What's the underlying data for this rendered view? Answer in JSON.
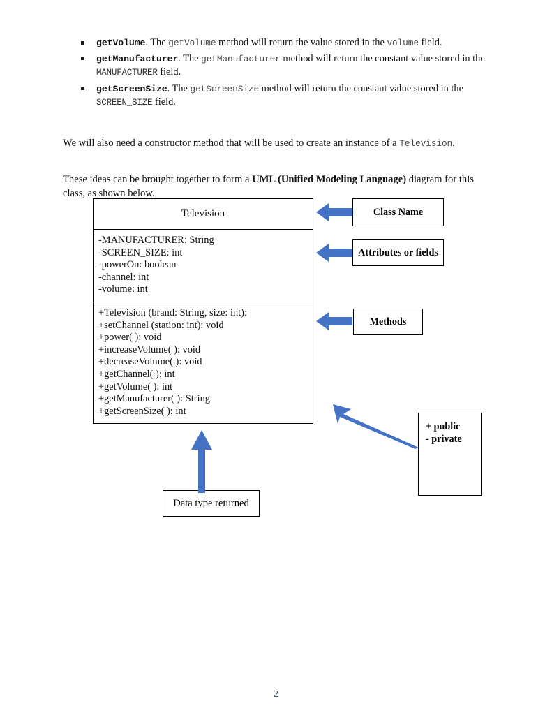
{
  "document": {
    "page_number": "2",
    "accent_color": "#4472c4",
    "text_color": "#111111",
    "page_number_color": "#3f6184"
  },
  "bullets": [
    {
      "name": "getVolume",
      "term": "getVolume",
      "text_1": ". The ",
      "code_1": "getVolume",
      "text_2": " method will return the value stored in the ",
      "code_2": "volume",
      "text_3": " field."
    },
    {
      "name": "getManufacturer",
      "term": "getManufacturer",
      "text_1": ". The ",
      "code_1": "getManufacturer",
      "text_2": " method will return the constant value stored in the ",
      "code_2": "MANUFACTURER",
      "text_3": " field."
    },
    {
      "name": "getScreenSize",
      "term": "getScreenSize",
      "text_1": ". The ",
      "code_1": "getScreenSize",
      "text_2": " method will return the constant value stored in the ",
      "code_2": "SCREEN_SIZE",
      "text_3": " field."
    }
  ],
  "paragraphs": {
    "constructor_text_1": "We will also need a constructor method that will be used to create an instance of a ",
    "constructor_code": "Television",
    "constructor_text_2": ".",
    "uml_text_1": "These ideas can be brought together to form a ",
    "uml_bold": "UML (Unified Modeling Language)",
    "uml_text_2": " diagram for this class, as shown below."
  },
  "uml": {
    "class_name": "Television",
    "attributes": [
      "-MANUFACTURER: String",
      "-SCREEN_SIZE: int",
      "-powerOn: boolean",
      "-channel: int",
      "-volume: int"
    ],
    "methods": [
      "+Television (brand: String, size: int):",
      "+setChannel (station: int): void",
      "+power( ): void",
      "+increaseVolume( ): void",
      "+decreaseVolume( ): void",
      "+getChannel( ): int",
      "+getVolume( ): int",
      "+getManufacturer( ): String",
      "+getScreenSize( ): int"
    ]
  },
  "annotations": {
    "class_name": "Class Name",
    "attributes": "Attributes or fields",
    "methods": "Methods",
    "visibility_public": "+ public",
    "visibility_private": "- private",
    "data_type": "Data type returned"
  }
}
